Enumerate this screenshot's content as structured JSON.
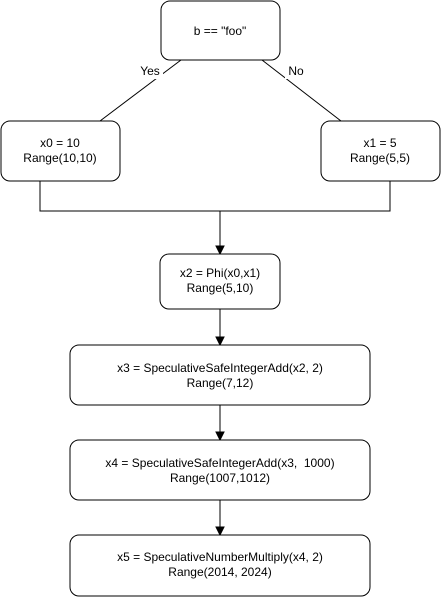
{
  "nodes": {
    "condition": {
      "lines": [
        "b == \"foo\""
      ]
    },
    "x0": {
      "lines": [
        "x0 = 10",
        "Range(10,10)"
      ]
    },
    "x1": {
      "lines": [
        "x1 = 5",
        "Range(5,5)"
      ]
    },
    "x2": {
      "lines": [
        "x2 = Phi(x0,x1)",
        "Range(5,10)"
      ]
    },
    "x3": {
      "lines": [
        "x3 = SpeculativeSafeIntegerAdd(x2, 2)",
        "Range(7,12)"
      ]
    },
    "x4": {
      "lines": [
        "x4 = SpeculativeSafeIntegerAdd(x3,  1000)",
        "Range(1007,1012)"
      ]
    },
    "x5": {
      "lines": [
        "x5 = SpeculativeNumberMultiply(x4, 2)",
        "Range(2014, 2024)"
      ]
    }
  },
  "edges": {
    "yes_label": "Yes",
    "no_label": "No"
  }
}
